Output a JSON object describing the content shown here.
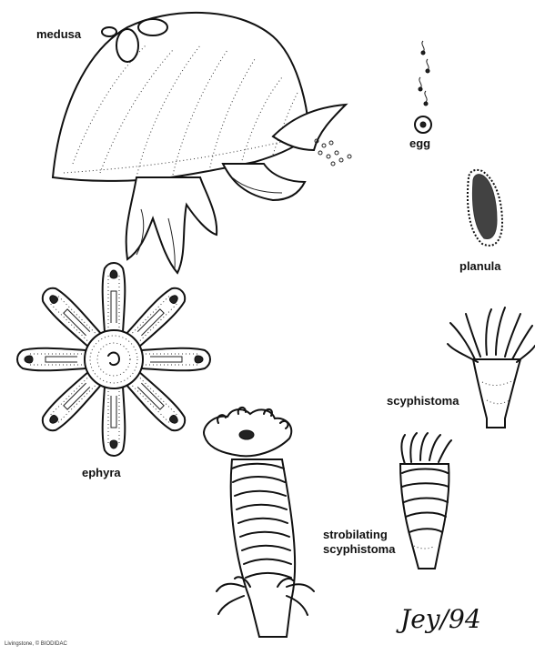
{
  "labels": {
    "medusa": "medusa",
    "egg": "egg",
    "planula": "planula",
    "scyphistoma": "scyphistoma",
    "ephyra": "ephyra",
    "strobilating_line1": "strobilating",
    "strobilating_line2": "scyphistoma"
  },
  "credit": "Livingstone, © BIODIDAC",
  "signature": "Jey/94"
}
